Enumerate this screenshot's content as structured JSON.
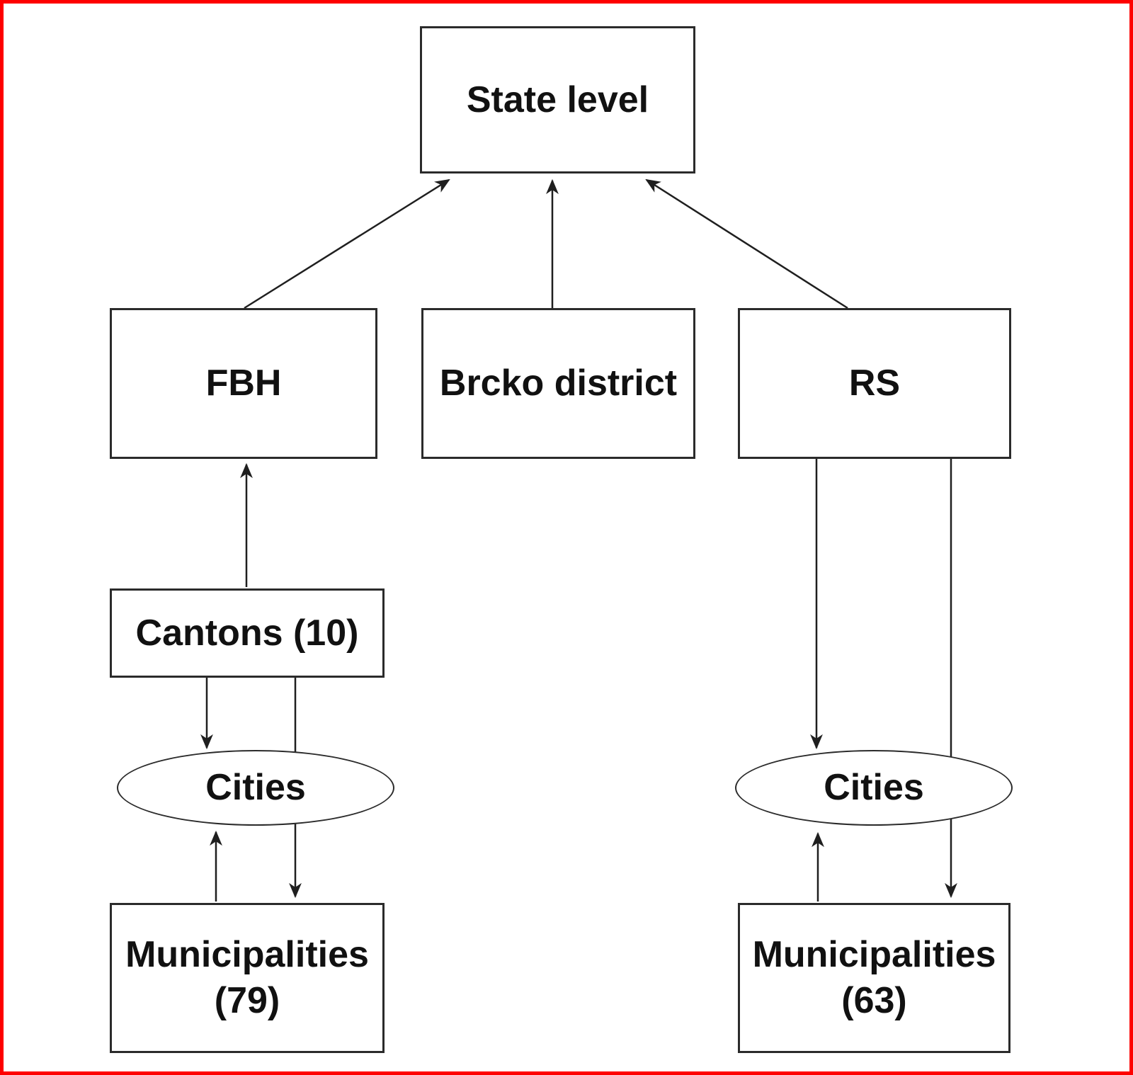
{
  "figure": {
    "type": "hierarchy-diagram",
    "frame_color": "#fe0000",
    "stroke_color": "#1f1f1f",
    "node_fill": "#ffffff",
    "nodes": {
      "state": {
        "label": "State level",
        "shape": "rect"
      },
      "fbh": {
        "label": "FBH",
        "shape": "rect"
      },
      "brcko": {
        "label": "Brcko district",
        "shape": "rect"
      },
      "rs": {
        "label": "RS",
        "shape": "rect"
      },
      "cantons": {
        "label": "Cantons (10)",
        "shape": "rect"
      },
      "cities_fbh": {
        "label": "Cities",
        "shape": "ellipse"
      },
      "municipalities_fbh": {
        "label": "Municipalities",
        "count": "(79)",
        "shape": "rect"
      },
      "cities_rs": {
        "label": "Cities",
        "shape": "ellipse"
      },
      "municipalities_rs": {
        "label": "Municipalities",
        "count": "(63)",
        "shape": "rect"
      }
    },
    "edges": [
      {
        "from": "fbh",
        "to": "state",
        "arrow": "to"
      },
      {
        "from": "brcko",
        "to": "state",
        "arrow": "to"
      },
      {
        "from": "rs",
        "to": "state",
        "arrow": "to"
      },
      {
        "from": "cantons",
        "to": "fbh",
        "arrow": "to"
      },
      {
        "from": "cantons",
        "to": "cities_fbh",
        "arrow": "to"
      },
      {
        "from": "cantons",
        "to": "municipalities_fbh",
        "arrow": "to"
      },
      {
        "from": "municipalities_fbh",
        "to": "cities_fbh",
        "arrow": "to"
      },
      {
        "from": "rs",
        "to": "cities_rs",
        "arrow": "to"
      },
      {
        "from": "rs",
        "to": "municipalities_rs",
        "arrow": "to"
      },
      {
        "from": "municipalities_rs",
        "to": "cities_rs",
        "arrow": "to"
      }
    ]
  }
}
